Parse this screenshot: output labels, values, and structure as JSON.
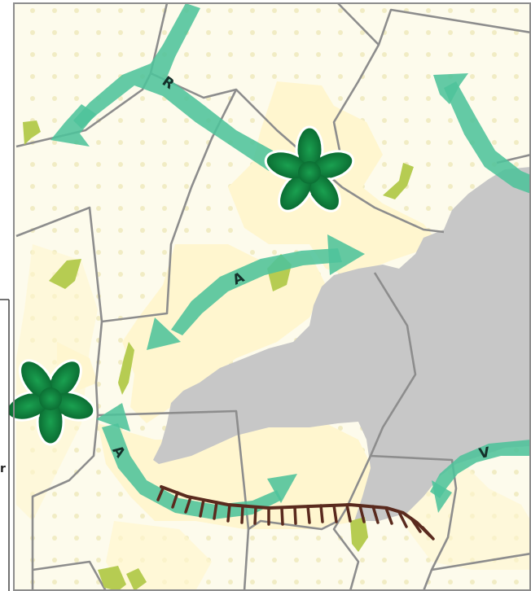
{
  "map": {
    "arrow_labels": [
      {
        "id": "r",
        "text": "R"
      },
      {
        "id": "a1",
        "text": "A"
      },
      {
        "id": "a2",
        "text": "A"
      },
      {
        "id": "v",
        "text": "V"
      }
    ],
    "legend_fragment_text": "r",
    "colors": {
      "paper": "#fdfbec",
      "dots": "#f1ecc4",
      "urban_patches": "#fff6cf",
      "water": "#c7c7c7",
      "boundaries": "#8d8d8d",
      "arrows": "#4ec39b",
      "green_patches": "#b6cc52",
      "poles": "#0d7a3a",
      "barrier": "#5a2a1e"
    },
    "icons": [
      "flower-pole-icon",
      "flower-pole-icon",
      "barrier-line-icon",
      "green-arrow-icon"
    ]
  }
}
